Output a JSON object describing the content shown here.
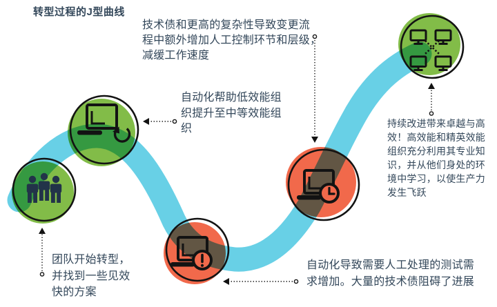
{
  "title": "转型过程的J型曲线",
  "colors": {
    "teal": "#68d0e6",
    "green": "#82bc48",
    "orange": "#f1694b",
    "text": "#33475a",
    "ink": "#131313",
    "navy": "#223349"
  },
  "annotations": {
    "tech_debt": "技术债和更高的复杂性导致变更流\n程中额外增加人工控制环节和层级，\n减缓工作速度",
    "automation_helps": "自动化帮助低效能组\n织提升至中等效能组\n织",
    "continuous_improvement": "持续改进带来卓越与高\n效！高效能和精英效能\n组织充分利用其专业知\n识，并从他们身处的环\n境中学习，以使生产力\n发生飞跃",
    "team_starts": "团队开始转型，\n并找到一些见效\n快的方案",
    "manual_testing": "自动化导致需要人工处理的测试需\n求增加。大量的技术债阻碍了进展"
  },
  "nodes": [
    {
      "id": "team",
      "icon": "team-members-icon",
      "color": "green"
    },
    {
      "id": "automation-uplift",
      "icon": "laptop-refresh-icon",
      "color": "green"
    },
    {
      "id": "testing-debt",
      "icon": "laptop-warning-icon",
      "color": "orange"
    },
    {
      "id": "manual-controls",
      "icon": "laptop-clock-icon",
      "color": "orange"
    },
    {
      "id": "high-performance",
      "icon": "network-monitors-icon",
      "color": "green"
    }
  ]
}
